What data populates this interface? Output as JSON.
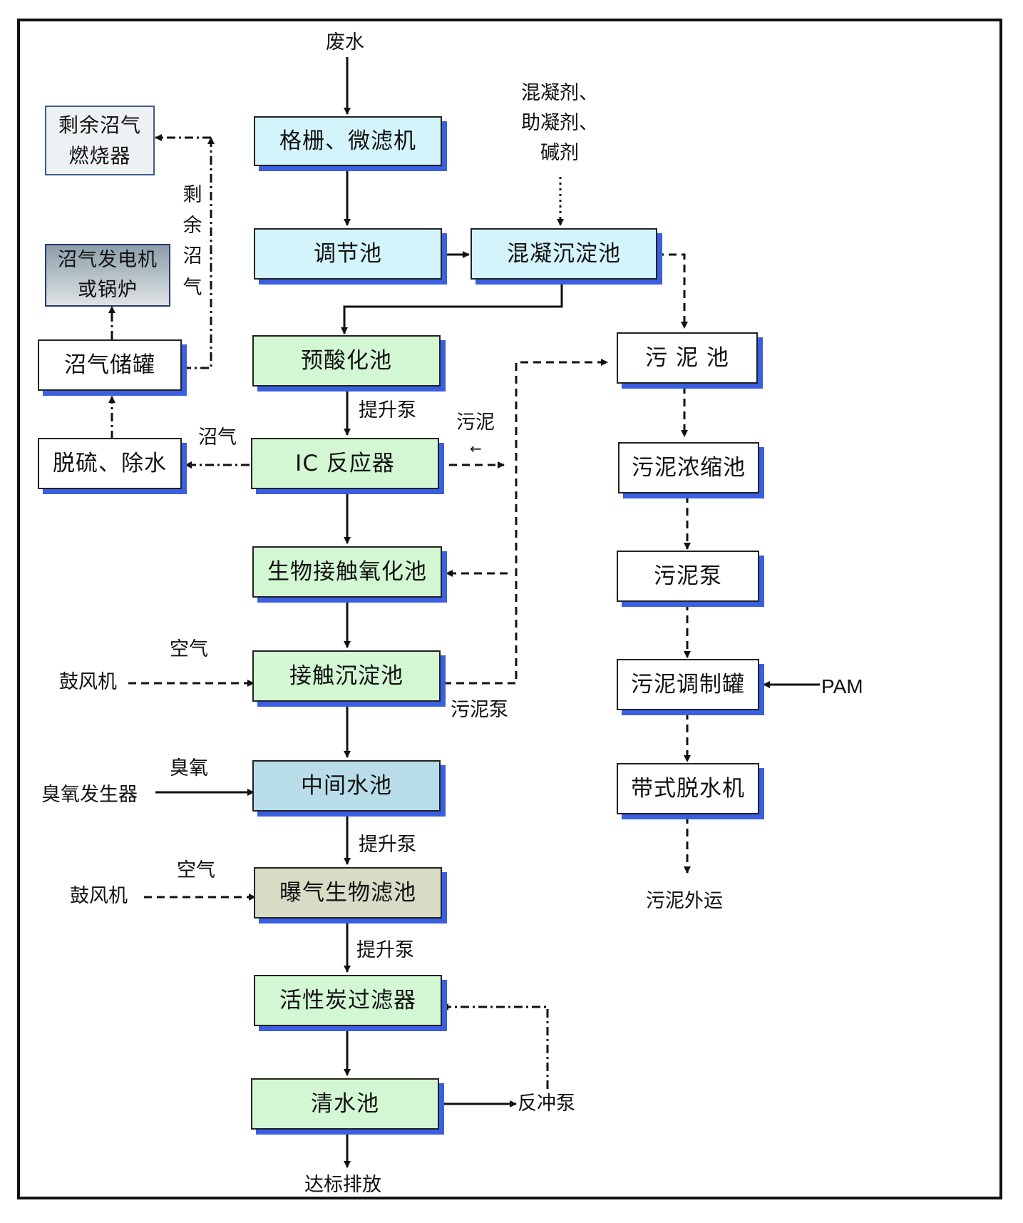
{
  "boxes": {
    "grille": "格栅、微滤机",
    "equalization": "调节池",
    "coagulation": "混凝沉淀池",
    "preacid": "预酸化池",
    "ic_reactor": "IC 反应器",
    "bio_contact": "生物接触氧化池",
    "contact_settle": "接触沉淀池",
    "mid_tank": "中间水池",
    "baf": "曝气生物滤池",
    "carbon_filter": "活性炭过滤器",
    "clear_tank": "清水池",
    "sludge_tank": "污  泥  池",
    "sludge_thicken": "污泥浓缩池",
    "sludge_pump": "污泥泵",
    "sludge_cond": "污泥调制罐",
    "belt_press": "带式脱水机",
    "gas_burner_l1": "剩余沼气",
    "gas_burner_l2": "燃烧器",
    "generator_l1": "沼气发电机",
    "generator_l2": "或锅炉",
    "gas_tank": "沼气储罐",
    "desulf": "脱硫、除水"
  },
  "labels": {
    "wastewater": "废水",
    "chem_l1": "混凝剂、",
    "chem_l2": "助凝剂、",
    "chem_l3": "碱剂",
    "surplus_gas": "剩余沼气",
    "biogas": "沼气",
    "lift_pump_1": "提升泵",
    "lift_pump_2": "提升泵",
    "lift_pump_3": "提升泵",
    "sludge": "污泥",
    "sludge_mark": "←",
    "air_1": "空气",
    "blower_1": "鼓风机",
    "sludge_pump_lbl": "污泥泵",
    "ozone": "臭氧",
    "ozone_gen": "臭氧发生器",
    "air_2": "空气",
    "blower_2": "鼓风机",
    "backwash_pump": "反冲泵",
    "discharge": "达标排放",
    "pam": "PAM",
    "sludge_out": "污泥外运"
  },
  "colors": {
    "cyan_box": "#d4f4fb",
    "green_box": "#d3f7d3",
    "blue_box": "#b8dde9",
    "tan_box": "#d8dcc5",
    "shadow": "#3a5fe0"
  }
}
